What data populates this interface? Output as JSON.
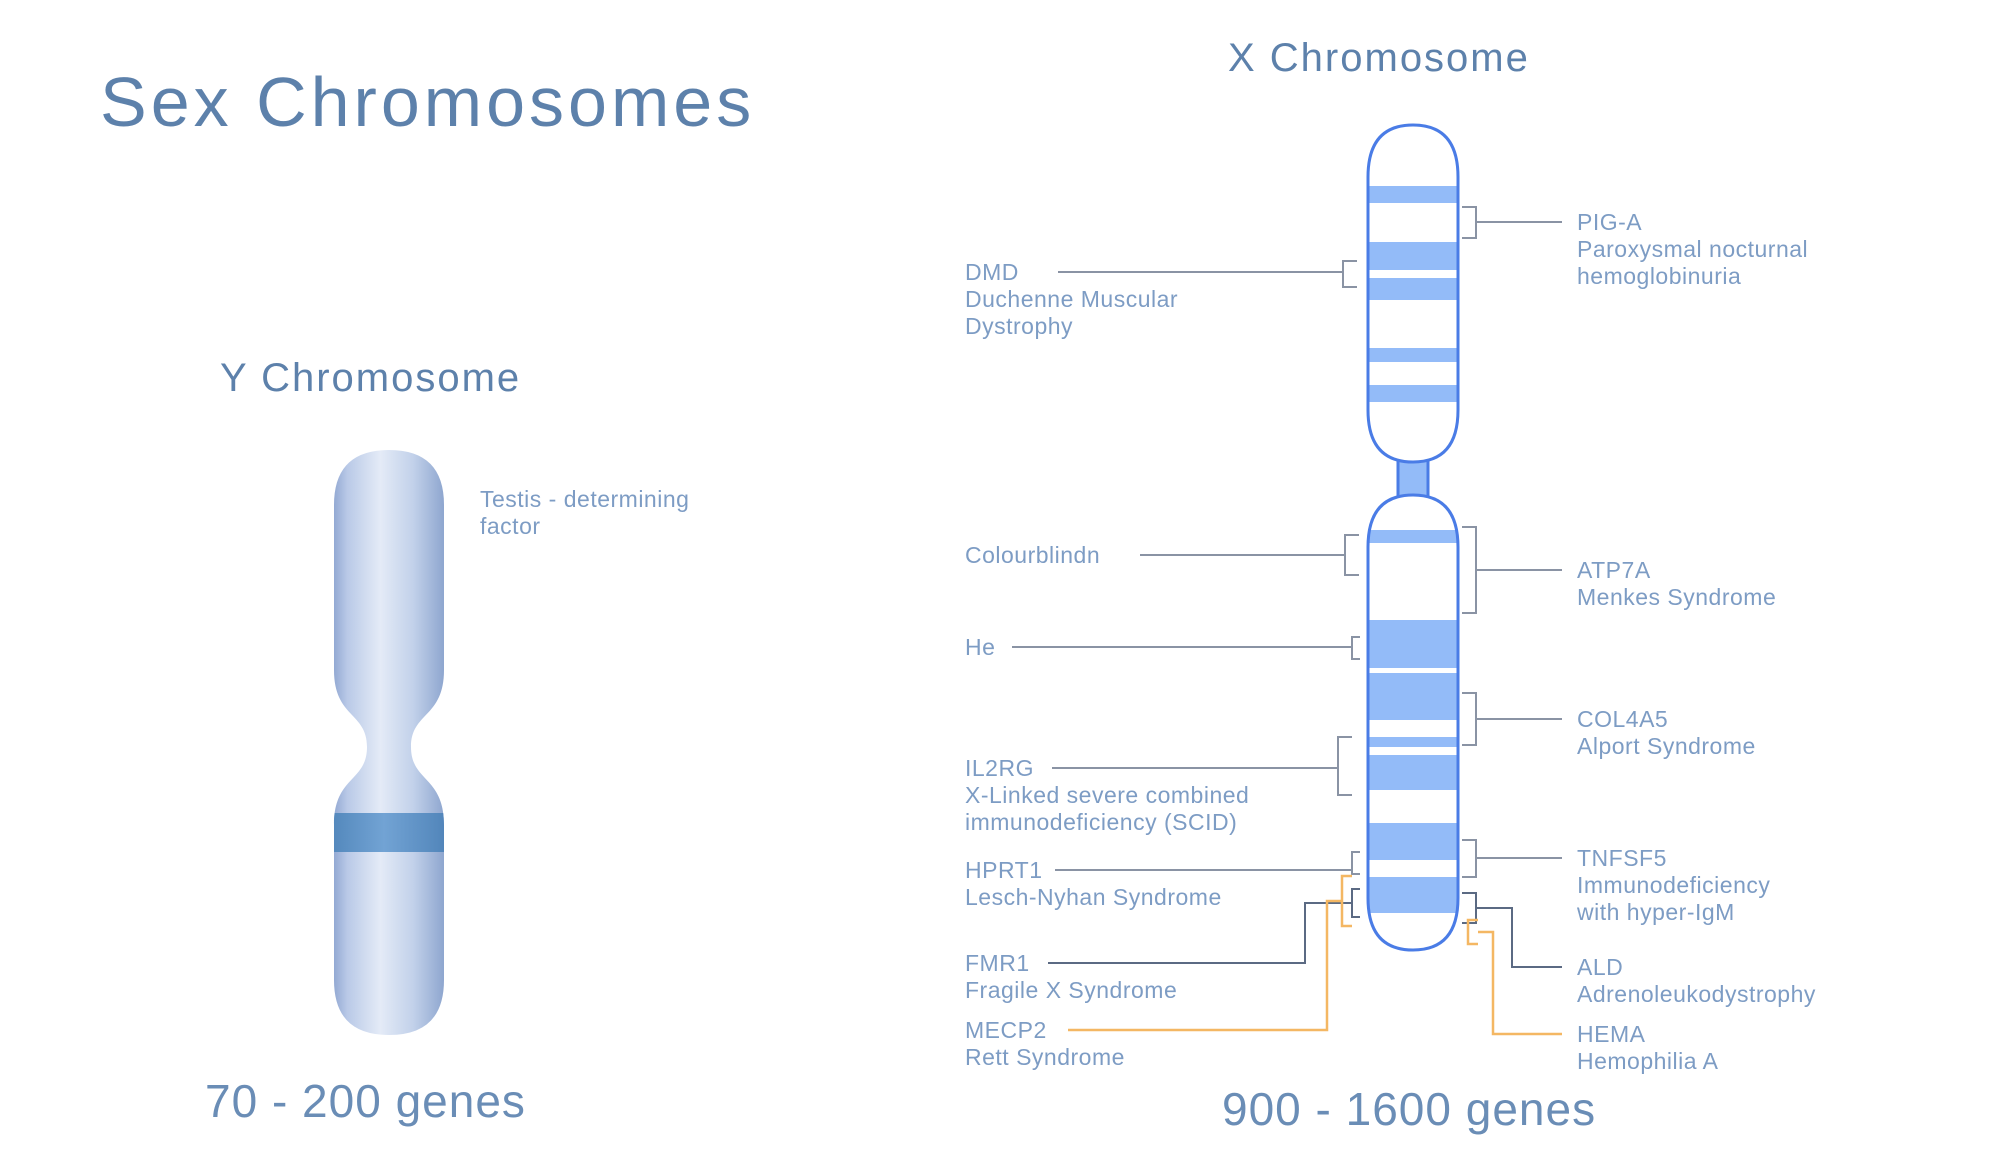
{
  "page": {
    "title": "Sex Chromosomes"
  },
  "colors": {
    "heading_text": "#5d81ab",
    "label_text": "#7d9cc4",
    "gene_count_text": "#6a8db6",
    "x_outline": "#4a7ce6",
    "x_band_fill": "#93bbf8",
    "y_body_light": "#e4ebf7",
    "y_body_edge": "#8ea6cf",
    "y_dark_band": "#6093c6",
    "connector_gray": "#8a93a4",
    "connector_dark": "#5b6a83",
    "connector_orange": "#f4b763"
  },
  "y_chromosome": {
    "title": "Y Chromosome",
    "annotation_line1": "Testis - determining",
    "annotation_line2": "factor",
    "gene_count": "70 - 200 genes"
  },
  "x_chromosome": {
    "title": "X Chromosome",
    "gene_count": "900 - 1600 genes",
    "left_labels": [
      {
        "gene": "DMD",
        "disease1": "Duchenne Muscular",
        "disease2": "Dystrophy"
      },
      {
        "gene": "Colourblindn"
      },
      {
        "gene": "He"
      },
      {
        "gene": "IL2RG",
        "disease1": "X-Linked severe combined",
        "disease2": "immunodeficiency (SCID)"
      },
      {
        "gene": "HPRT1",
        "disease1": "Lesch-Nyhan Syndrome"
      },
      {
        "gene": "FMR1",
        "disease1": "Fragile X Syndrome"
      },
      {
        "gene": "MECP2",
        "disease1": "Rett Syndrome"
      }
    ],
    "right_labels": [
      {
        "gene": "PIG-A",
        "disease1": "Paroxysmal nocturnal",
        "disease2": "hemoglobinuria"
      },
      {
        "gene": "ATP7A",
        "disease1": "Menkes Syndrome"
      },
      {
        "gene": "COL4A5",
        "disease1": "Alport Syndrome"
      },
      {
        "gene": "TNFSF5",
        "disease1": "Immunodeficiency",
        "disease2": "with hyper-IgM"
      },
      {
        "gene": "ALD",
        "disease1": "Adrenoleukodystrophy"
      },
      {
        "gene": "HEMA",
        "disease1": "Hemophilia A"
      }
    ]
  }
}
